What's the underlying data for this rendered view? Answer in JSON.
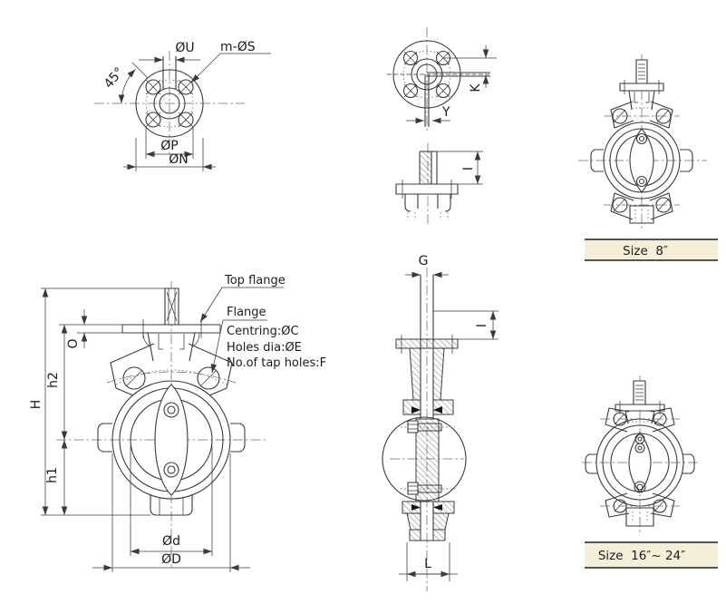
{
  "colors": {
    "background": "#ffffff",
    "line": "#3a3a3a",
    "caption_bg": "#f5efda",
    "caption_border": "#1f1f1f",
    "plate_fill": "#c9c9c9",
    "center_mark_gray": "#b4b4b4"
  },
  "flange_top_view": {
    "dim_shaft": "ØU",
    "dim_bolt_holes": "m-ØS",
    "dim_angle": "45°",
    "dim_bolt_circle": "ØP",
    "dim_outer": "ØN"
  },
  "flange_detail_view": {
    "dim_hole_offset": "K",
    "dim_offset": "Y",
    "dim_neck_height": "I"
  },
  "size_8_caption": "Size  8″",
  "front_view": {
    "callout_top_flange": "Top flange",
    "callout_flange": "Flange",
    "callout_centring": "Centring:ØC",
    "callout_holes": "Holes dia:ØE",
    "callout_tap_holes": "No.of tap holes:F",
    "dim_total_height": "H",
    "dim_upper": "h2",
    "dim_lower": "h1",
    "dim_plate": "O",
    "dim_disc_dia": "Ød",
    "dim_body_dia": "ØD"
  },
  "section_view": {
    "dim_stem_dia": "G",
    "dim_neck_height": "I",
    "dim_face_to_face": "L"
  },
  "size_16_24_caption": "Size  16″~ 24″"
}
